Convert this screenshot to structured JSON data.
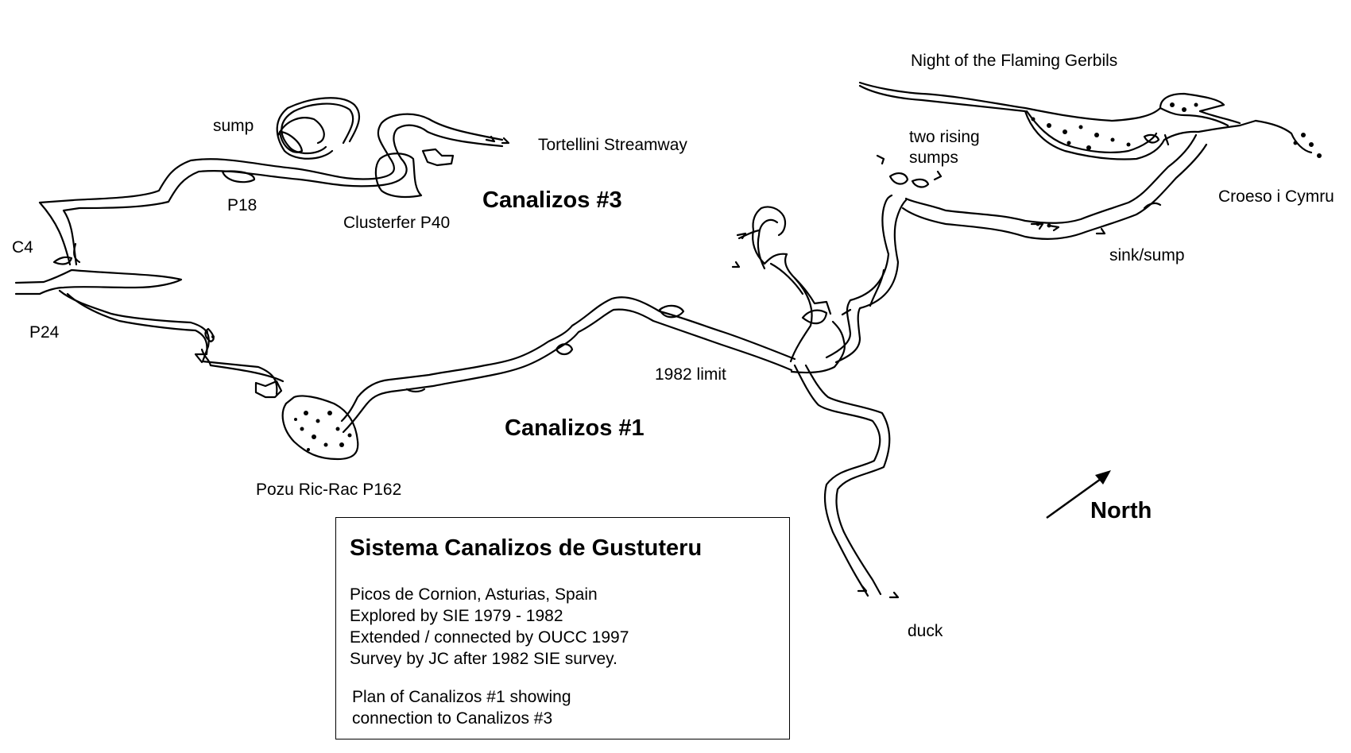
{
  "labels": {
    "sump": "sump",
    "tortellini": "Tortellini Streamway",
    "p18": "P18",
    "clusterfer": "Clusterfer P40",
    "c4": "C4",
    "p24": "P24",
    "pozu": "Pozu Ric-Rac P162",
    "limit": "1982 limit",
    "duck": "duck",
    "night": "Night of the  Flaming Gerbils",
    "rising_1": "two rising",
    "rising_2": "sumps",
    "croeso": "Croeso i Cymru",
    "sink": "sink/sump"
  },
  "cave_names": {
    "canalizos3": "Canalizos #3",
    "canalizos1": "Canalizos #1"
  },
  "north": {
    "label": "North",
    "icon": "north-arrow-icon"
  },
  "legend": {
    "title": "Sistema Canalizos de Gustuteru",
    "lines": [
      "Picos de Cornion, Asturias, Spain",
      "Explored by SIE 1979 - 1982",
      "Extended / connected by OUCC 1997",
      "Survey by JC after 1982 SIE survey."
    ],
    "notes": [
      "Plan of Canalizos #1 showing",
      "connection to Canalizos #3"
    ]
  },
  "colors": {
    "ink": "#000000",
    "paper": "#ffffff"
  }
}
